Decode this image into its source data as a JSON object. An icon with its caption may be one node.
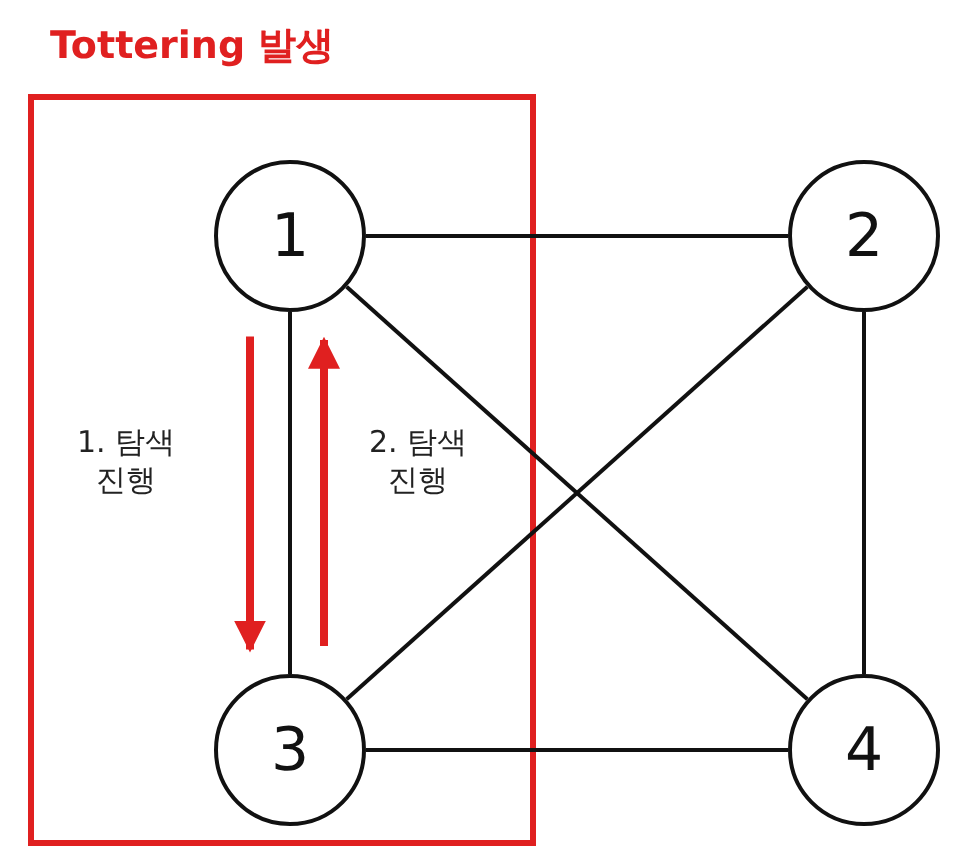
{
  "diagram": {
    "nodes": [
      {
        "text": [
          "Tottering 발생"
        ]
      },
      {
        "text": [
          "1"
        ],
        "in": 0
      },
      {
        "text": [
          "2"
        ]
      },
      {
        "text": [
          "3"
        ],
        "in": 0
      },
      {
        "text": [
          "4"
        ]
      }
    ],
    "edges": [
      {
        "from": 1,
        "to": 2,
        "arrow": "none"
      },
      {
        "from": 1,
        "to": 3,
        "arrow": "none"
      },
      {
        "from": 1,
        "to": 4,
        "arrow": "none"
      },
      {
        "from": 2,
        "to": 3,
        "arrow": "none"
      },
      {
        "from": 2,
        "to": 4,
        "arrow": "none"
      },
      {
        "from": 3,
        "to": 4,
        "arrow": "none"
      },
      {
        "from": 1,
        "to": 3,
        "arrow": "to",
        "label": "1. 탐색 진행",
        "style": "thick",
        "color": "#e02020"
      },
      {
        "from": 3,
        "to": 1,
        "arrow": "to",
        "label": "2. 탐색 진행",
        "style": "thick",
        "color": "#e02020"
      }
    ]
  }
}
